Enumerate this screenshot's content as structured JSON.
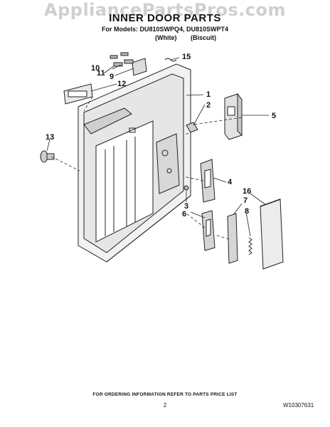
{
  "watermark": "AppliancePartsPros.com",
  "title": "INNER DOOR PARTS",
  "models_line": "For Models: DU810SWPQ4, DU810SWPT4",
  "variants": [
    "(White)",
    "(Biscuit)"
  ],
  "callouts": [
    {
      "id": "1",
      "label": "1"
    },
    {
      "id": "2",
      "label": "2"
    },
    {
      "id": "3",
      "label": "3"
    },
    {
      "id": "4",
      "label": "4"
    },
    {
      "id": "5",
      "label": "5"
    },
    {
      "id": "6",
      "label": "6"
    },
    {
      "id": "7",
      "label": "7"
    },
    {
      "id": "8",
      "label": "8"
    },
    {
      "id": "9",
      "label": "9"
    },
    {
      "id": "10",
      "label": "10"
    },
    {
      "id": "11",
      "label": "11"
    },
    {
      "id": "12",
      "label": "12"
    },
    {
      "id": "13",
      "label": "13"
    },
    {
      "id": "15",
      "label": "15"
    },
    {
      "id": "16",
      "label": "16"
    }
  ],
  "footer": {
    "note": "FOR ORDERING INFORMATION REFER TO PARTS PRICE LIST",
    "page": "2",
    "doc_number": "W10307631"
  }
}
